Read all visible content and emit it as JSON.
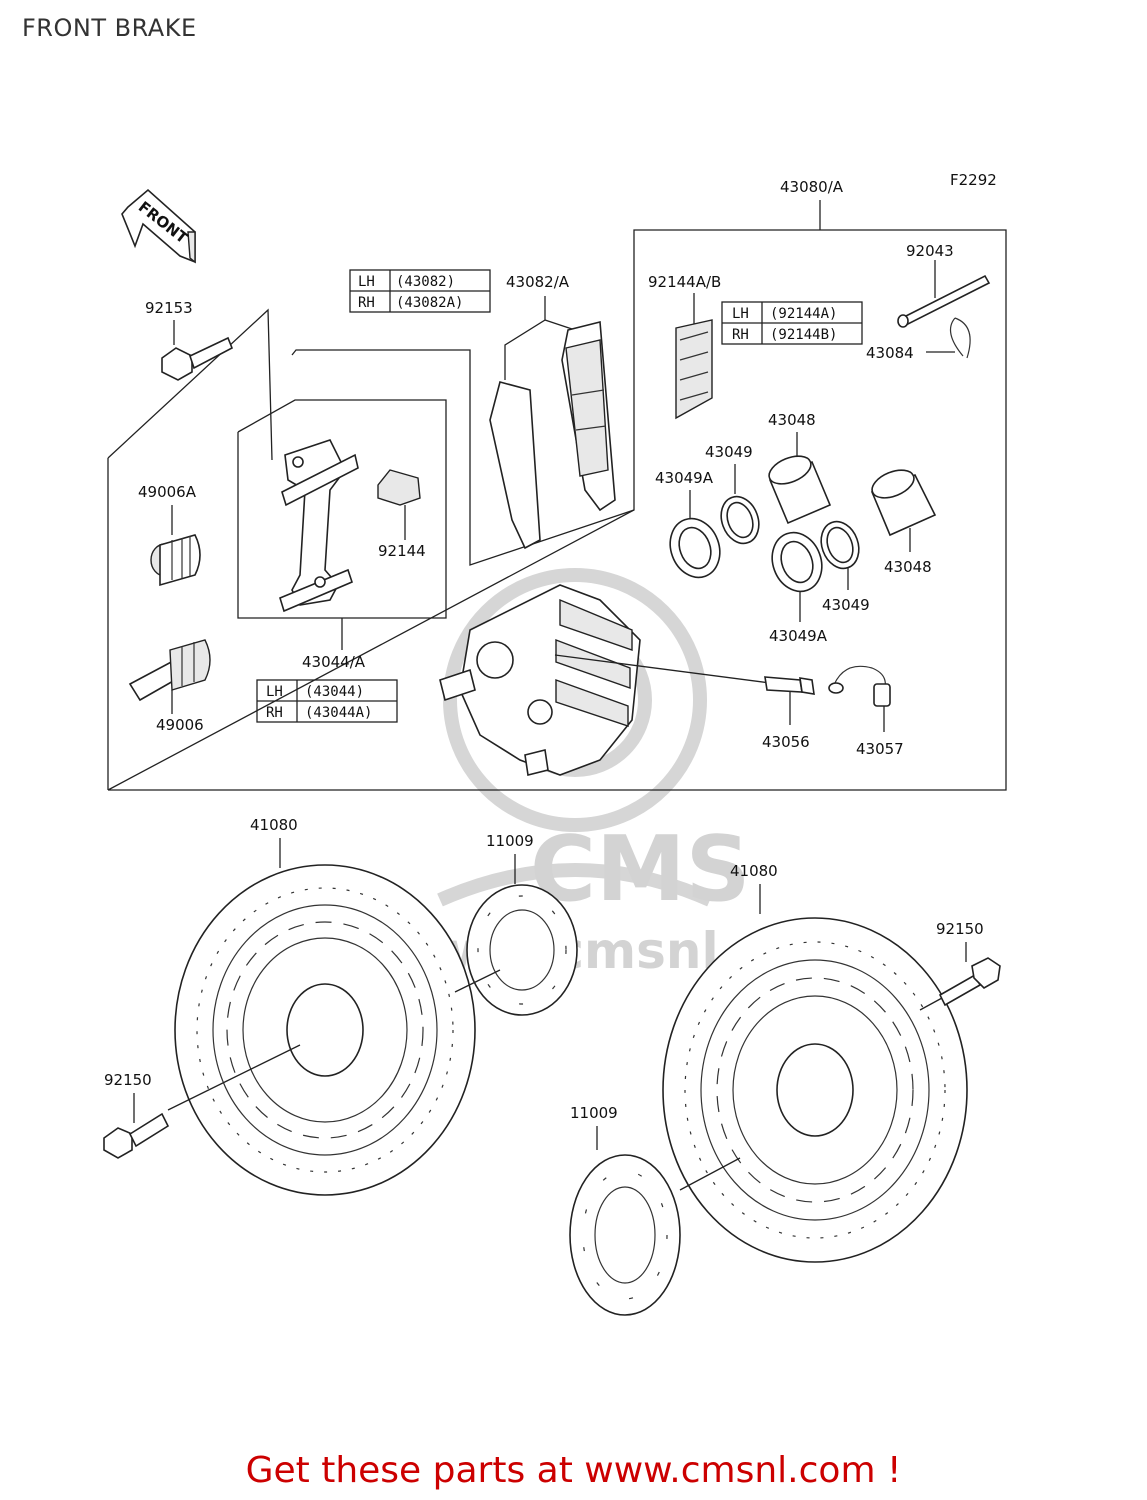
{
  "title": "FRONT BRAKE",
  "diagram_code": "F2292",
  "front_marker": "FRONT",
  "watermark": {
    "brand": "CMS",
    "url": "www.cmsnl.com"
  },
  "parts": {
    "assy": "43080/A",
    "pin": "92043",
    "clip": "43084",
    "spring_ab": "92144A/B",
    "pads": "43082/A",
    "bolt_top": "92153",
    "boot_a": "49006A",
    "boot": "49006",
    "pad_spring": "92144",
    "bracket": "43044/A",
    "piston_top": "43048",
    "piston_right": "43048",
    "seal_top": "43049",
    "seal_top_a": "43049A",
    "seal_bot": "43049",
    "seal_bot_a": "43049A",
    "bleeder": "43056",
    "cap": "43057",
    "disc_left": "41080",
    "disc_right": "41080",
    "shim_top": "11009",
    "shim_bottom": "11009",
    "bolt_right": "92150",
    "bolt_left": "92150"
  },
  "tables": {
    "pads": [
      {
        "side": "LH",
        "code": "(43082)"
      },
      {
        "side": "RH",
        "code": "(43082A)"
      }
    ],
    "spring": [
      {
        "side": "LH",
        "code": "(92144A)"
      },
      {
        "side": "RH",
        "code": "(92144B)"
      }
    ],
    "bracket": [
      {
        "side": "LH",
        "code": "(43044)"
      },
      {
        "side": "RH",
        "code": "(43044A)"
      }
    ]
  },
  "promo": "Get these parts at www.cmsnl.com !"
}
